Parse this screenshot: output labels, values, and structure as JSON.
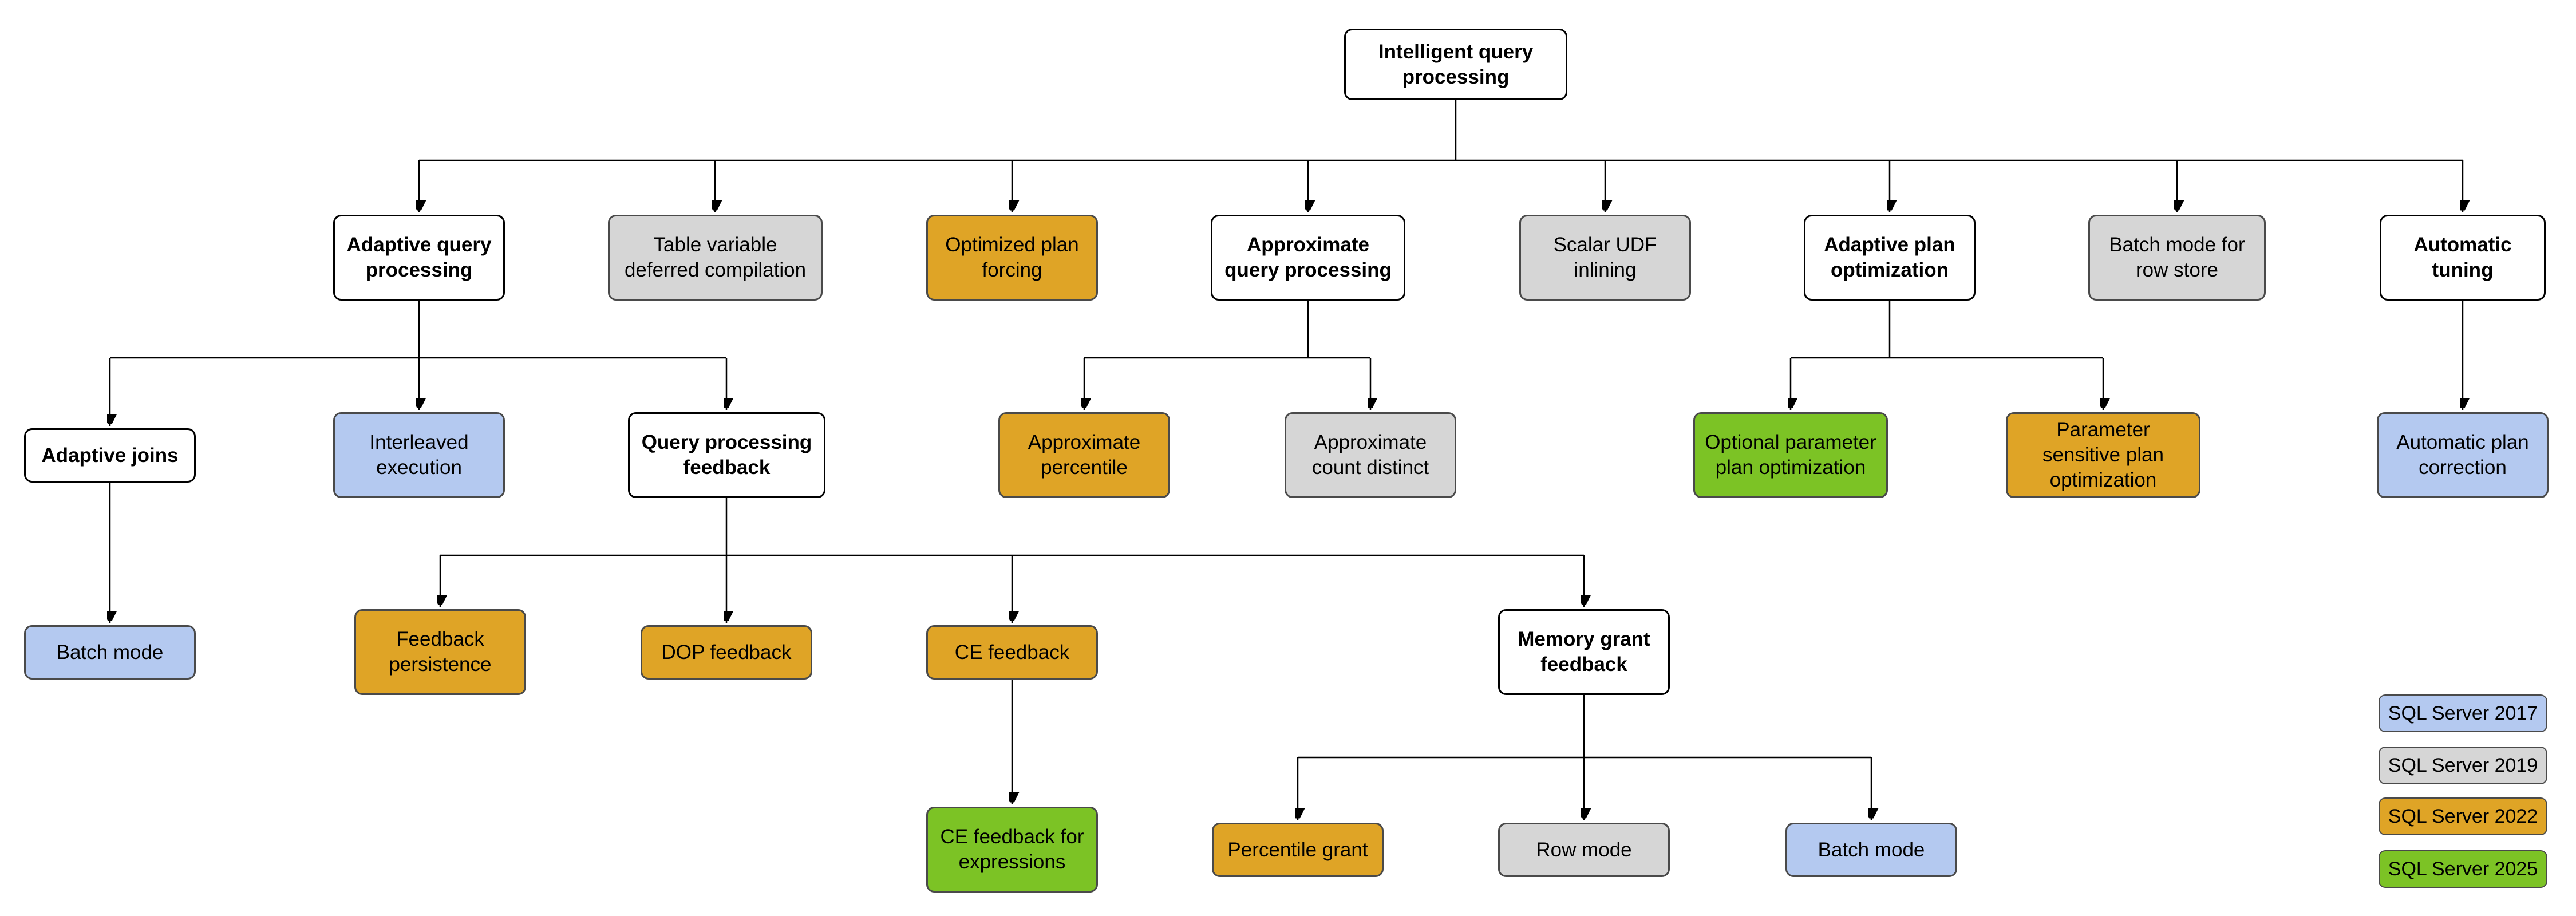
{
  "diagram": {
    "title": "Intelligent query processing",
    "colors": {
      "category": "#ffffff",
      "2017": "#b4c9f0",
      "2019": "#d6d6d6",
      "2022": "#dfa426",
      "2025": "#7cc325"
    },
    "nodes": {
      "root": {
        "label": "Intelligent query processing",
        "version": "category"
      },
      "adaptive_qp": {
        "label": "Adaptive query processing",
        "version": "category"
      },
      "table_variable": {
        "label": "Table variable deferred compilation",
        "version": "2019"
      },
      "optimized_plan": {
        "label": "Optimized plan forcing",
        "version": "2022"
      },
      "approx_qp": {
        "label": "Approximate query processing",
        "version": "category"
      },
      "scalar_udf": {
        "label": "Scalar UDF inlining",
        "version": "2019"
      },
      "adaptive_plan_opt": {
        "label": "Adaptive plan optimization",
        "version": "category"
      },
      "batch_row_store": {
        "label": "Batch mode for row store",
        "version": "2019"
      },
      "automatic_tuning": {
        "label": "Automatic tuning",
        "version": "category"
      },
      "adaptive_joins": {
        "label": "Adaptive joins",
        "version": "category"
      },
      "interleaved_exec": {
        "label": "Interleaved execution",
        "version": "2017"
      },
      "qp_feedback": {
        "label": "Query processing feedback",
        "version": "category"
      },
      "approx_percentile": {
        "label": "Approximate percentile",
        "version": "2022"
      },
      "approx_count": {
        "label": "Approximate count distinct",
        "version": "2019"
      },
      "optional_param": {
        "label": "Optional parameter plan optimization",
        "version": "2025"
      },
      "param_sensitive": {
        "label": "Parameter sensitive plan optimization",
        "version": "2022"
      },
      "auto_plan_correction": {
        "label": "Automatic plan correction",
        "version": "2017"
      },
      "batch_mode_aj": {
        "label": "Batch mode",
        "version": "2017"
      },
      "feedback_persistence": {
        "label": "Feedback persistence",
        "version": "2022"
      },
      "dop_feedback": {
        "label": "DOP feedback",
        "version": "2022"
      },
      "ce_feedback": {
        "label": "CE feedback",
        "version": "2022"
      },
      "memory_grant": {
        "label": "Memory grant feedback",
        "version": "category"
      },
      "ce_feedback_expr": {
        "label": "CE feedback for expressions",
        "version": "2025"
      },
      "percentile_grant": {
        "label": "Percentile grant",
        "version": "2022"
      },
      "row_mode": {
        "label": "Row mode",
        "version": "2019"
      },
      "batch_mode_mg": {
        "label": "Batch mode",
        "version": "2017"
      }
    },
    "legend": [
      {
        "label": "SQL Server 2017",
        "version": "2017"
      },
      {
        "label": "SQL Server 2019",
        "version": "2019"
      },
      {
        "label": "SQL Server 2022",
        "version": "2022"
      },
      {
        "label": "SQL Server 2025",
        "version": "2025"
      }
    ]
  }
}
